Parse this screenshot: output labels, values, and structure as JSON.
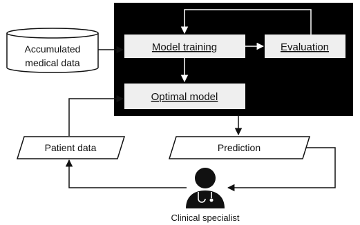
{
  "nodes": {
    "accumulated": [
      "Accumulated",
      "medical data"
    ],
    "model_training": "Model training",
    "evaluation": "Evaluation",
    "optimal_model": "Optimal model",
    "patient_data": "Patient data",
    "prediction": "Prediction",
    "clinical_specialist": "Clinical specialist"
  },
  "colors": {
    "panel": "#000000",
    "box": "#efefef",
    "line": "#111111",
    "person": "#111111"
  }
}
